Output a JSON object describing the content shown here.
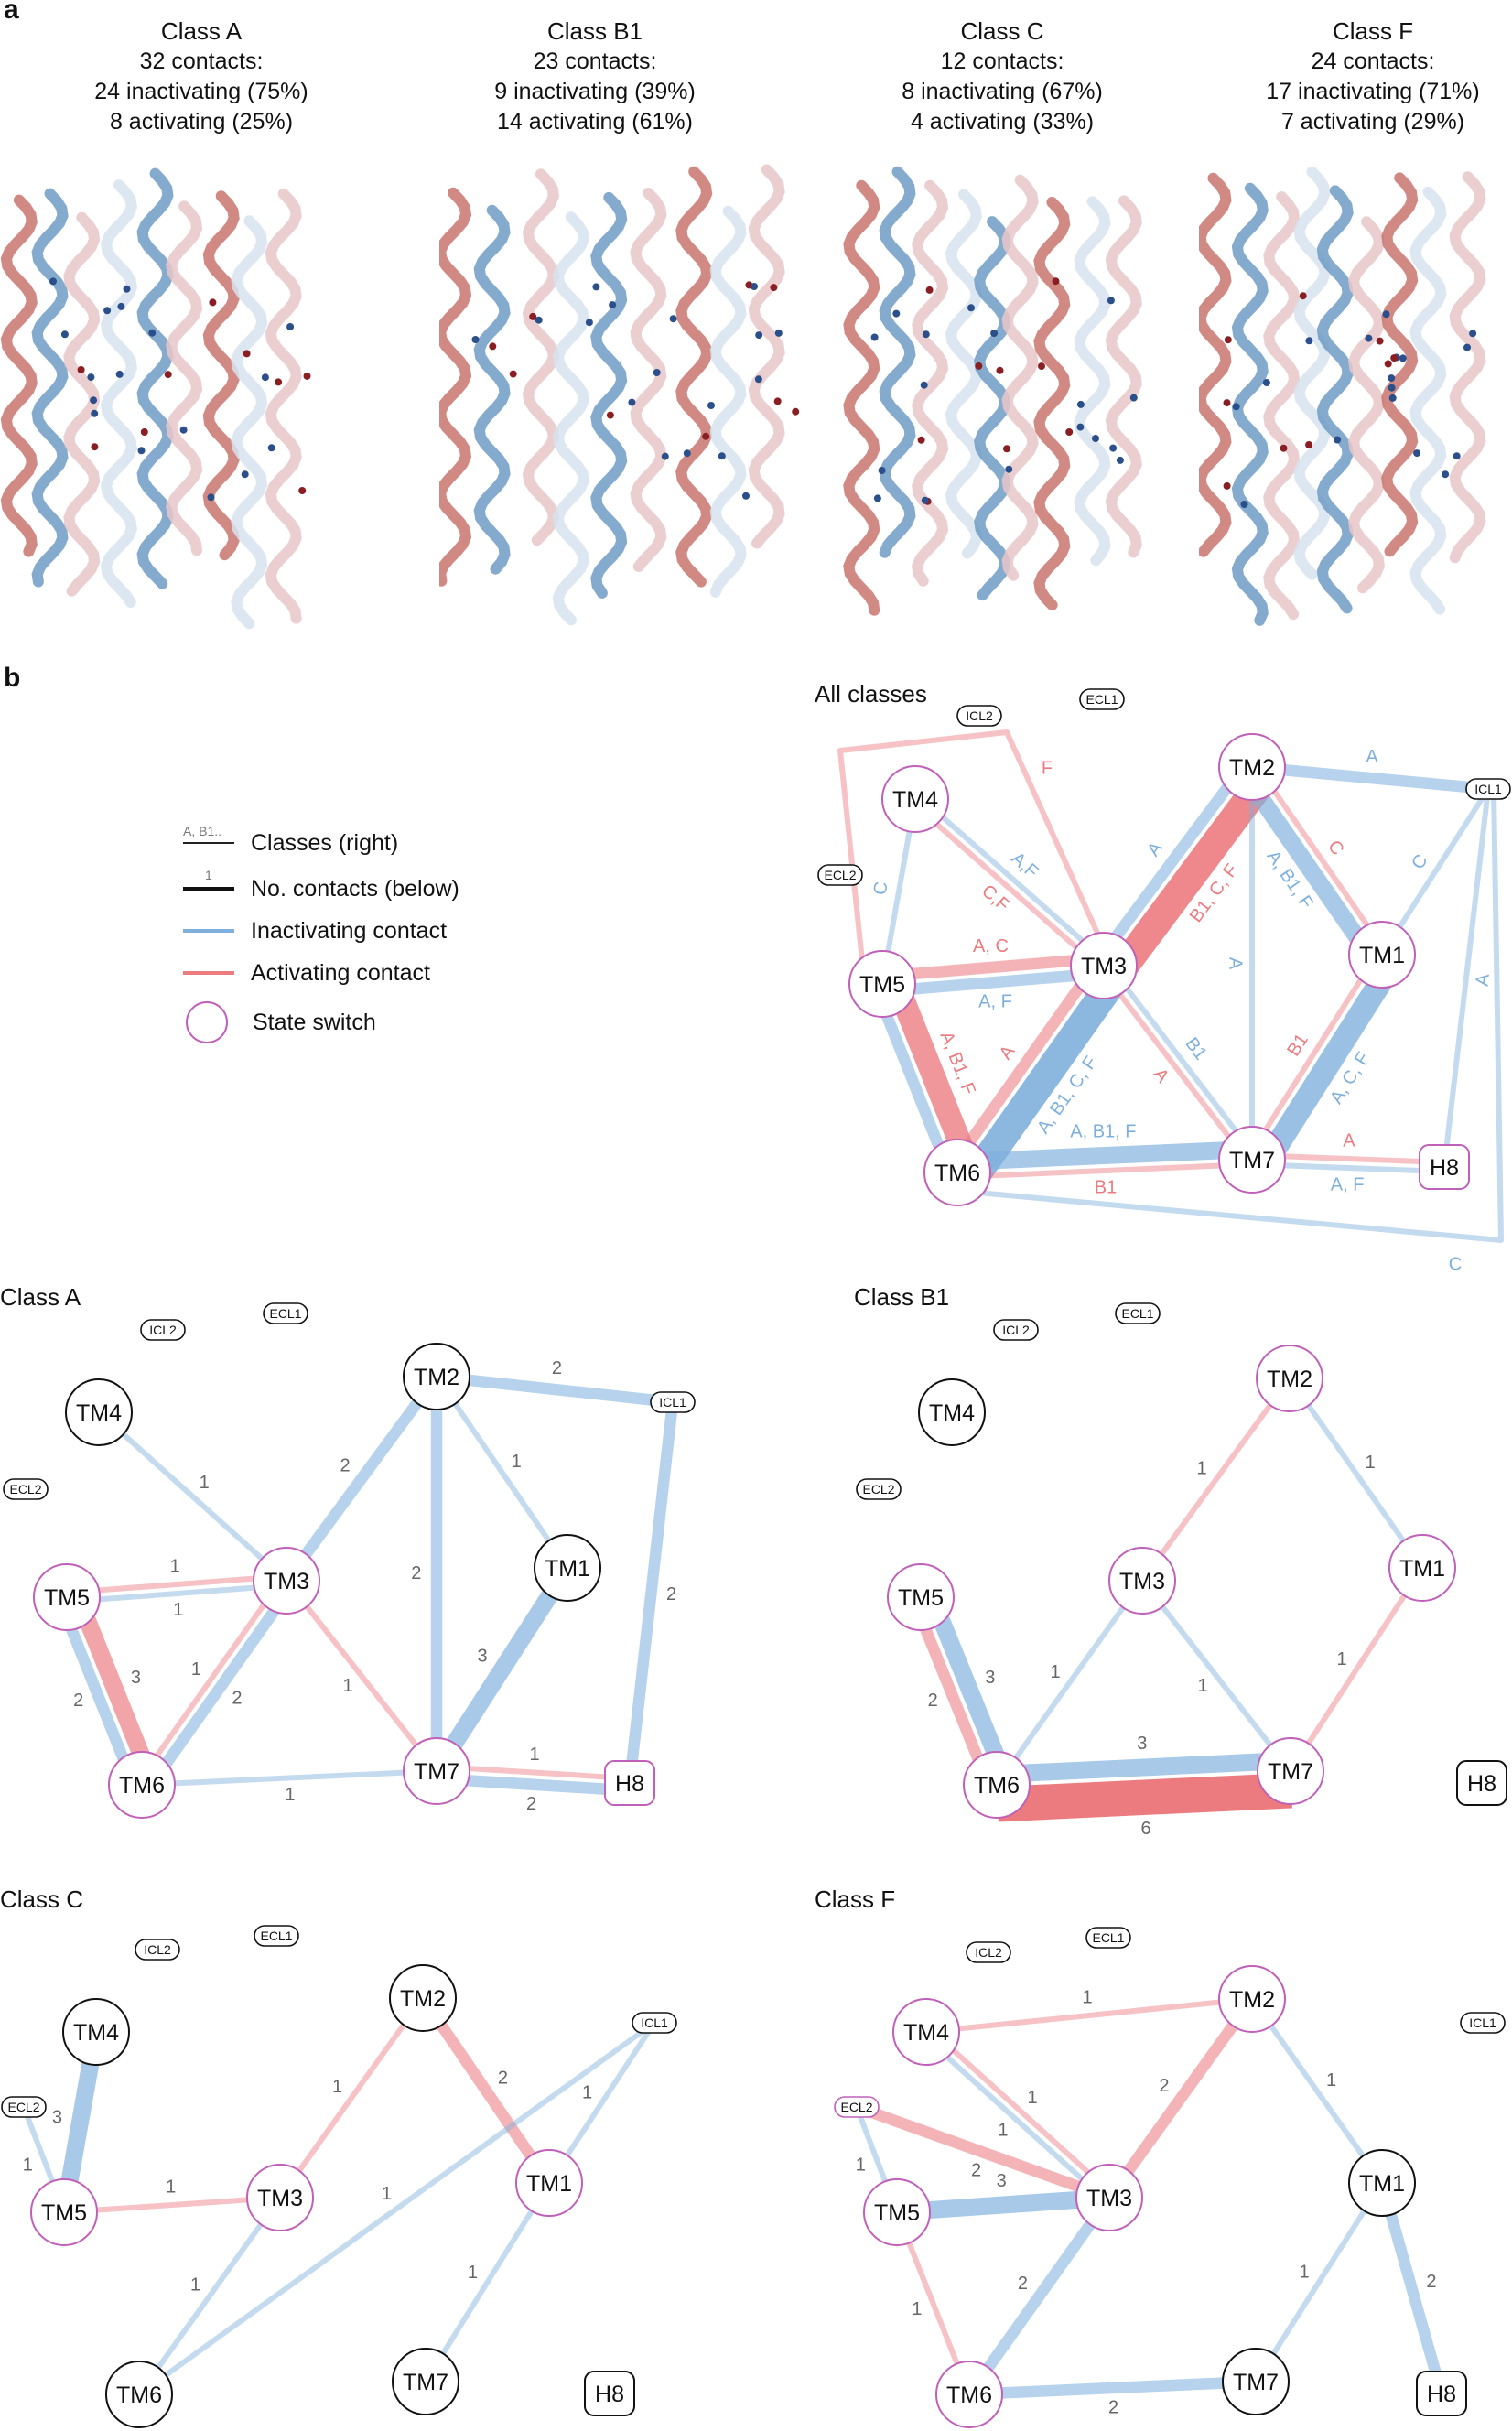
{
  "panel_labels": {
    "a": "a",
    "b": "b"
  },
  "panel_a": {
    "classes": [
      {
        "name": "Class A",
        "contacts": "32 contacts:",
        "inactivating": "24 inactivating (75%)",
        "activating": "8 activating (25%)"
      },
      {
        "name": "Class B1",
        "contacts": "23 contacts:",
        "inactivating": "9 inactivating (39%)",
        "activating": "14 activating (61%)"
      },
      {
        "name": "Class C",
        "contacts": "12 contacts:",
        "inactivating": "8 inactivating (67%)",
        "activating": "4 activating (33%)"
      },
      {
        "name": "Class F",
        "contacts": "24 contacts:",
        "inactivating": "17 inactivating (71%)",
        "activating": "7 activating (29%)"
      }
    ]
  },
  "legend": {
    "classes_key": "A, B1..",
    "classes_label": "Classes (right)",
    "contacts_key": "1",
    "contacts_label": "No. contacts (below)",
    "inactivating_label": "Inactivating contact",
    "activating_label": "Activating contact",
    "switch_label": "State switch"
  },
  "colors": {
    "inactivating": "#7fb0dd",
    "activating": "#ec7b80",
    "state_switch": "#c060b8",
    "node_border": "#111111",
    "edge_label_gray": "#666666"
  },
  "graphs": {
    "all": {
      "title": "All classes",
      "nodes": [
        {
          "id": "ICL2",
          "label": "ICL2",
          "small": true,
          "switch": false
        },
        {
          "id": "ECL1",
          "label": "ECL1",
          "small": true,
          "switch": false
        },
        {
          "id": "ICL1",
          "label": "ICL1",
          "small": true,
          "switch": false
        },
        {
          "id": "ECL2",
          "label": "ECL2",
          "small": true,
          "switch": false
        },
        {
          "id": "TM4",
          "label": "TM4",
          "switch": true
        },
        {
          "id": "TM2",
          "label": "TM2",
          "switch": true
        },
        {
          "id": "TM5",
          "label": "TM5",
          "switch": true
        },
        {
          "id": "TM3",
          "label": "TM3",
          "switch": true
        },
        {
          "id": "TM1",
          "label": "TM1",
          "switch": true
        },
        {
          "id": "TM6",
          "label": "TM6",
          "switch": true
        },
        {
          "id": "TM7",
          "label": "TM7",
          "switch": true
        },
        {
          "id": "H8",
          "label": "H8",
          "square": true,
          "switch": true
        }
      ],
      "edges": [
        {
          "from": "TM2",
          "to": "TM3",
          "kind": "activating",
          "n": 5,
          "label": "B1, C, F",
          "label_kind": "activating"
        },
        {
          "from": "TM2",
          "to": "TM3",
          "kind": "inactivating",
          "n": 2,
          "label": "A",
          "label_kind": "inactivating"
        },
        {
          "from": "TM6",
          "to": "TM3",
          "kind": "inactivating",
          "n": 5,
          "label": "A, B1, C, F",
          "label_kind": "inactivating"
        },
        {
          "from": "TM6",
          "to": "TM3",
          "kind": "activating",
          "n": 2,
          "label": "A",
          "label_kind": "activating"
        },
        {
          "from": "TM6",
          "to": "TM5",
          "kind": "activating",
          "n": 4,
          "label": "A, B1, F",
          "label_kind": "activating"
        },
        {
          "from": "TM6",
          "to": "TM5",
          "kind": "inactivating",
          "n": 2,
          "label": "",
          "label_kind": "inactivating"
        },
        {
          "from": "TM7",
          "to": "TM1",
          "kind": "inactivating",
          "n": 4,
          "label": "A, C, F",
          "label_kind": "inactivating"
        },
        {
          "from": "TM7",
          "to": "TM1",
          "kind": "activating",
          "n": 1,
          "label": "B1",
          "label_kind": "activating"
        },
        {
          "from": "TM6",
          "to": "TM7",
          "kind": "inactivating",
          "n": 3,
          "label": "A, B1, F",
          "label_kind": "inactivating"
        },
        {
          "from": "TM6",
          "to": "TM7",
          "kind": "activating",
          "n": 1,
          "label": "B1",
          "label_kind": "activating"
        },
        {
          "from": "TM2",
          "to": "TM1",
          "kind": "inactivating",
          "n": 3,
          "label": "A, B1, F",
          "label_kind": "inactivating"
        },
        {
          "from": "TM2",
          "to": "TM1",
          "kind": "activating",
          "n": 1,
          "label": "C",
          "label_kind": "activating"
        },
        {
          "from": "TM5",
          "to": "TM3",
          "kind": "inactivating",
          "n": 2,
          "label": "A, F",
          "label_kind": "inactivating"
        },
        {
          "from": "TM5",
          "to": "TM3",
          "kind": "activating",
          "n": 2,
          "label": "A, C",
          "label_kind": "activating"
        },
        {
          "from": "TM4",
          "to": "TM3",
          "kind": "activating",
          "n": 1,
          "label": "C,F",
          "label_kind": "activating"
        },
        {
          "from": "TM4",
          "to": "TM3",
          "kind": "inactivating",
          "n": 1,
          "label": "A,F",
          "label_kind": "inactivating"
        },
        {
          "from": "TM3",
          "to": "TM7",
          "kind": "inactivating",
          "n": 1,
          "label": "B1",
          "label_kind": "inactivating"
        },
        {
          "from": "TM3",
          "to": "TM7",
          "kind": "activating",
          "n": 1,
          "label": "A",
          "label_kind": "activating"
        },
        {
          "from": "TM2",
          "to": "TM7",
          "kind": "inactivating",
          "n": 1,
          "label": "A",
          "label_kind": "inactivating"
        },
        {
          "from": "TM7",
          "to": "H8",
          "kind": "inactivating",
          "n": 1,
          "label": "A, F",
          "label_kind": "inactivating"
        },
        {
          "from": "TM7",
          "to": "H8",
          "kind": "activating",
          "n": 1,
          "label": "A",
          "label_kind": "activating"
        },
        {
          "from": "TM2",
          "to": "ICL1",
          "kind": "inactivating",
          "n": 2,
          "label": "A",
          "label_kind": "inactivating"
        },
        {
          "from": "TM1",
          "to": "ICL1",
          "kind": "inactivating",
          "n": 1,
          "label": "C",
          "label_kind": "inactivating"
        },
        {
          "from": "H8",
          "to": "ICL1",
          "kind": "inactivating",
          "n": 1,
          "label": "A",
          "label_kind": "inactivating"
        },
        {
          "from": "TM4",
          "to": "TM5",
          "kind": "inactivating",
          "n": 1,
          "label": "C",
          "label_kind": "inactivating"
        },
        {
          "from": "TM5",
          "to": "ICL2",
          "kind": "activating",
          "n": 1,
          "label": "F",
          "label_kind": "activating",
          "path": "icl2"
        },
        {
          "from": "TM6",
          "to": "ICL1",
          "kind": "inactivating",
          "n": 1,
          "label": "C",
          "label_kind": "inactivating",
          "path": "outer"
        }
      ]
    },
    "classA": {
      "title": "Class A",
      "nodes": [
        {
          "id": "ICL2",
          "label": "ICL2",
          "small": true
        },
        {
          "id": "ECL1",
          "label": "ECL1",
          "small": true
        },
        {
          "id": "ICL1",
          "label": "ICL1",
          "small": true
        },
        {
          "id": "ECL2",
          "label": "ECL2",
          "small": true
        },
        {
          "id": "TM4",
          "label": "TM4",
          "switch": false
        },
        {
          "id": "TM2",
          "label": "TM2",
          "switch": false
        },
        {
          "id": "TM5",
          "label": "TM5",
          "switch": true
        },
        {
          "id": "TM3",
          "label": "TM3",
          "switch": true
        },
        {
          "id": "TM1",
          "label": "TM1",
          "switch": false
        },
        {
          "id": "TM6",
          "label": "TM6",
          "switch": true
        },
        {
          "id": "TM7",
          "label": "TM7",
          "switch": true
        },
        {
          "id": "H8",
          "label": "H8",
          "square": true,
          "switch": true
        }
      ],
      "edges": [
        {
          "from": "TM4",
          "to": "TM3",
          "kind": "inactivating",
          "n": 1,
          "label": "1"
        },
        {
          "from": "TM2",
          "to": "TM3",
          "kind": "inactivating",
          "n": 2,
          "label": "2"
        },
        {
          "from": "TM2",
          "to": "ICL1",
          "kind": "inactivating",
          "n": 2,
          "label": "2"
        },
        {
          "from": "TM2",
          "to": "TM1",
          "kind": "inactivating",
          "n": 1,
          "label": "1"
        },
        {
          "from": "TM2",
          "to": "TM7",
          "kind": "inactivating",
          "n": 2,
          "label": "2"
        },
        {
          "from": "TM1",
          "to": "TM7",
          "kind": "inactivating",
          "n": 3,
          "label": "3"
        },
        {
          "from": "ICL1",
          "to": "H8",
          "kind": "inactivating",
          "n": 2,
          "label": "2"
        },
        {
          "from": "TM5",
          "to": "TM3",
          "kind": "inactivating",
          "n": 1,
          "label": "1"
        },
        {
          "from": "TM5",
          "to": "TM3",
          "kind": "activating",
          "n": 1,
          "label": "1"
        },
        {
          "from": "TM5",
          "to": "TM6",
          "kind": "activating",
          "n": 3,
          "label": "3"
        },
        {
          "from": "TM5",
          "to": "TM6",
          "kind": "inactivating",
          "n": 2,
          "label": "2"
        },
        {
          "from": "TM3",
          "to": "TM6",
          "kind": "inactivating",
          "n": 2,
          "label": "2"
        },
        {
          "from": "TM3",
          "to": "TM6",
          "kind": "activating",
          "n": 1,
          "label": "1"
        },
        {
          "from": "TM3",
          "to": "TM7",
          "kind": "activating",
          "n": 1,
          "label": "1"
        },
        {
          "from": "TM6",
          "to": "TM7",
          "kind": "inactivating",
          "n": 1,
          "label": "1"
        },
        {
          "from": "TM7",
          "to": "H8",
          "kind": "inactivating",
          "n": 2,
          "label": "2"
        },
        {
          "from": "TM7",
          "to": "H8",
          "kind": "activating",
          "n": 1,
          "label": "1"
        }
      ]
    },
    "classB1": {
      "title": "Class B1",
      "nodes": [
        {
          "id": "ICL2",
          "label": "ICL2",
          "small": true
        },
        {
          "id": "ECL1",
          "label": "ECL1",
          "small": true
        },
        {
          "id": "ECL2",
          "label": "ECL2",
          "small": true
        },
        {
          "id": "TM4",
          "label": "TM4",
          "switch": false
        },
        {
          "id": "TM2",
          "label": "TM2",
          "switch": true
        },
        {
          "id": "TM5",
          "label": "TM5",
          "switch": true
        },
        {
          "id": "TM3",
          "label": "TM3",
          "switch": true
        },
        {
          "id": "TM1",
          "label": "TM1",
          "switch": true
        },
        {
          "id": "TM6",
          "label": "TM6",
          "switch": true
        },
        {
          "id": "TM7",
          "label": "TM7",
          "switch": true
        },
        {
          "id": "H8",
          "label": "H8",
          "square": true,
          "switch": false
        }
      ],
      "edges": [
        {
          "from": "TM2",
          "to": "TM3",
          "kind": "activating",
          "n": 1,
          "label": "1"
        },
        {
          "from": "TM2",
          "to": "TM1",
          "kind": "inactivating",
          "n": 1,
          "label": "1"
        },
        {
          "from": "TM5",
          "to": "TM6",
          "kind": "inactivating",
          "n": 3,
          "label": "3"
        },
        {
          "from": "TM5",
          "to": "TM6",
          "kind": "activating",
          "n": 2,
          "label": "2"
        },
        {
          "from": "TM3",
          "to": "TM6",
          "kind": "inactivating",
          "n": 1,
          "label": "1"
        },
        {
          "from": "TM3",
          "to": "TM7",
          "kind": "inactivating",
          "n": 1,
          "label": "1"
        },
        {
          "from": "TM1",
          "to": "TM7",
          "kind": "activating",
          "n": 1,
          "label": "1"
        },
        {
          "from": "TM6",
          "to": "TM7",
          "kind": "inactivating",
          "n": 3,
          "label": "3"
        },
        {
          "from": "TM6",
          "to": "TM7",
          "kind": "activating",
          "n": 6,
          "label": "6"
        }
      ]
    },
    "classC": {
      "title": "Class C",
      "nodes": [
        {
          "id": "ICL2",
          "label": "ICL2",
          "small": true
        },
        {
          "id": "ECL1",
          "label": "ECL1",
          "small": true
        },
        {
          "id": "ICL1",
          "label": "ICL1",
          "small": true
        },
        {
          "id": "ECL2",
          "label": "ECL2",
          "small": true
        },
        {
          "id": "TM4",
          "label": "TM4",
          "switch": false
        },
        {
          "id": "TM2",
          "label": "TM2",
          "switch": false
        },
        {
          "id": "TM5",
          "label": "TM5",
          "switch": true
        },
        {
          "id": "TM3",
          "label": "TM3",
          "switch": true
        },
        {
          "id": "TM1",
          "label": "TM1",
          "switch": true
        },
        {
          "id": "TM6",
          "label": "TM6",
          "switch": false
        },
        {
          "id": "TM7",
          "label": "TM7",
          "switch": false
        },
        {
          "id": "H8",
          "label": "H8",
          "square": true,
          "switch": false
        }
      ],
      "edges": [
        {
          "from": "TM4",
          "to": "TM5",
          "kind": "inactivating",
          "n": 3,
          "label": "3"
        },
        {
          "from": "ECL2",
          "to": "TM5",
          "kind": "inactivating",
          "n": 1,
          "label": "1"
        },
        {
          "from": "TM5",
          "to": "TM3",
          "kind": "activating",
          "n": 1,
          "label": "1"
        },
        {
          "from": "TM3",
          "to": "TM2",
          "kind": "activating",
          "n": 1,
          "label": "1"
        },
        {
          "from": "TM2",
          "to": "TM1",
          "kind": "activating",
          "n": 2,
          "label": "2"
        },
        {
          "from": "TM3",
          "to": "TM6",
          "kind": "inactivating",
          "n": 1,
          "label": "1"
        },
        {
          "from": "TM6",
          "to": "ICL1",
          "kind": "inactivating",
          "n": 1,
          "label": "1"
        },
        {
          "from": "TM1",
          "to": "ICL1",
          "kind": "inactivating",
          "n": 1,
          "label": "1"
        },
        {
          "from": "TM1",
          "to": "TM7",
          "kind": "inactivating",
          "n": 1,
          "label": "1"
        }
      ]
    },
    "classF": {
      "title": "Class F",
      "nodes": [
        {
          "id": "ICL2",
          "label": "ICL2",
          "small": true
        },
        {
          "id": "ECL1",
          "label": "ECL1",
          "small": true
        },
        {
          "id": "ICL1",
          "label": "ICL1",
          "small": true
        },
        {
          "id": "ECL2",
          "label": "ECL2",
          "small": true,
          "switch": true
        },
        {
          "id": "TM4",
          "label": "TM4",
          "switch": true
        },
        {
          "id": "TM2",
          "label": "TM2",
          "switch": true
        },
        {
          "id": "TM5",
          "label": "TM5",
          "switch": true
        },
        {
          "id": "TM3",
          "label": "TM3",
          "switch": true
        },
        {
          "id": "TM1",
          "label": "TM1",
          "switch": false
        },
        {
          "id": "TM6",
          "label": "TM6",
          "switch": true
        },
        {
          "id": "TM7",
          "label": "TM7",
          "switch": false
        },
        {
          "id": "H8",
          "label": "H8",
          "square": true,
          "switch": false
        }
      ],
      "edges": [
        {
          "from": "TM4",
          "to": "TM2",
          "kind": "activating",
          "n": 1,
          "label": "1"
        },
        {
          "from": "TM4",
          "to": "TM3",
          "kind": "inactivating",
          "n": 1,
          "label": "1"
        },
        {
          "from": "TM4",
          "to": "TM3",
          "kind": "activating",
          "n": 1,
          "label": "1"
        },
        {
          "from": "ECL2",
          "to": "TM3",
          "kind": "activating",
          "n": 2,
          "label": "2"
        },
        {
          "from": "ECL2",
          "to": "TM5",
          "kind": "inactivating",
          "n": 1,
          "label": "1"
        },
        {
          "from": "TM5",
          "to": "TM3",
          "kind": "inactivating",
          "n": 3,
          "label": "3"
        },
        {
          "from": "TM2",
          "to": "TM3",
          "kind": "activating",
          "n": 2,
          "label": "2"
        },
        {
          "from": "TM2",
          "to": "TM1",
          "kind": "inactivating",
          "n": 1,
          "label": "1"
        },
        {
          "from": "TM3",
          "to": "TM6",
          "kind": "inactivating",
          "n": 2,
          "label": "2"
        },
        {
          "from": "TM5",
          "to": "TM6",
          "kind": "activating",
          "n": 1,
          "label": "1"
        },
        {
          "from": "TM6",
          "to": "TM7",
          "kind": "inactivating",
          "n": 2,
          "label": "2"
        },
        {
          "from": "TM1",
          "to": "TM7",
          "kind": "inactivating",
          "n": 1,
          "label": "1"
        },
        {
          "from": "TM1",
          "to": "H8",
          "kind": "inactivating",
          "n": 2,
          "label": "2"
        }
      ]
    }
  }
}
